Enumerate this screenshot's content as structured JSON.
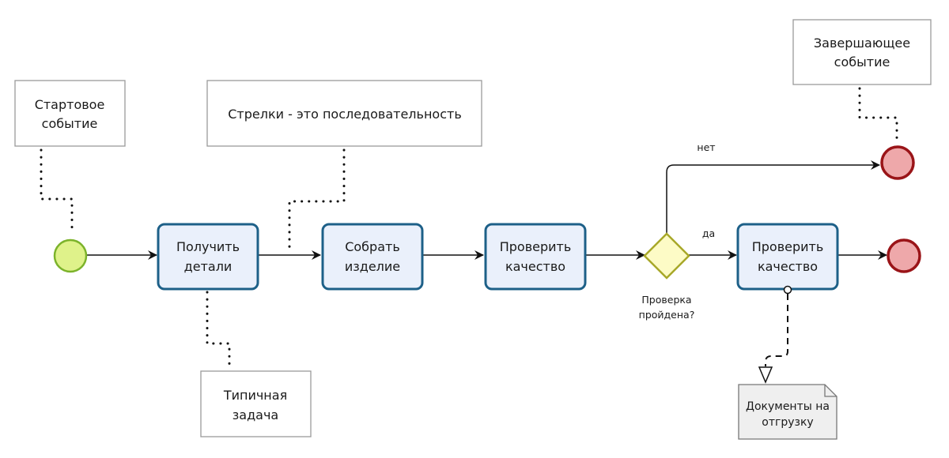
{
  "diagram": {
    "type": "BPMN process",
    "colors": {
      "task_fill": "#eaf0fb",
      "task_stroke": "#1d6088",
      "start_fill": "#dff28a",
      "start_stroke": "#7cb32b",
      "gateway_fill": "#fdfbc6",
      "gateway_stroke": "#a8a829",
      "end_fill": "#eea8aa",
      "end_stroke": "#9a1418",
      "document_fill": "#efefef"
    },
    "annotations": {
      "start": [
        "Стартовое",
        "событие"
      ],
      "arrows": "Стрелки - это последовательность",
      "end": [
        "Завершающее",
        "событие"
      ],
      "task": [
        "Типичная",
        "задача"
      ]
    },
    "tasks": [
      {
        "id": "task-1",
        "lines": [
          "Получить",
          "детали"
        ]
      },
      {
        "id": "task-2",
        "lines": [
          "Собрать",
          "изделие"
        ]
      },
      {
        "id": "task-3",
        "lines": [
          "Проверить",
          "качество"
        ]
      },
      {
        "id": "task-4",
        "lines": [
          "Проверить",
          "качество"
        ]
      }
    ],
    "gateway": {
      "label": [
        "Проверка",
        "пройдена?"
      ],
      "yes_label": "да",
      "no_label": "нет"
    },
    "document": {
      "lines": [
        "Документы на",
        "отгрузку"
      ]
    }
  }
}
